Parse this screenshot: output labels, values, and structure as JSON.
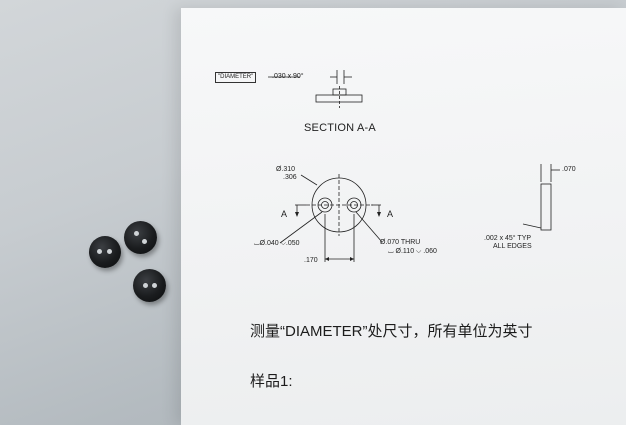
{
  "drawing": {
    "diameter_callout": "\"DIAMETER\"",
    "chamfer_note": ".030 x 90°",
    "section_label": "SECTION  A-A",
    "outer_dia_upper": "Ø.310",
    "outer_dia_lower": ".306",
    "section_arrow_left": "A",
    "section_arrow_right": "A",
    "counterbore_left": "⌴Ø.040 ⌵.050",
    "hole_thru": "Ø.070 THRU",
    "counterbore_right": "⌴ Ø.110 ⌵ .060",
    "spacing": ".170",
    "thickness": ".070",
    "edge_note_line1": ".002 x 45° TYP",
    "edge_note_line2": "ALL EDGES"
  },
  "instructions": {
    "measure_note": "测量“DIAMETER”处尺寸，所有单位为英寸",
    "sample_label": "样品1:"
  },
  "colors": {
    "paper": "#f3f4f5",
    "ink": "#222222",
    "part": "#1a1c1e",
    "background": "#c7ccd0"
  }
}
